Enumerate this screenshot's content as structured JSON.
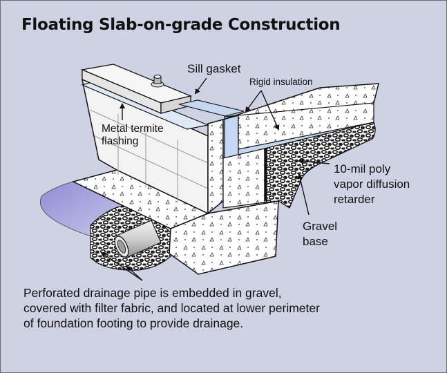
{
  "diagram": {
    "title": "Floating Slab-on-grade Construction",
    "labels": {
      "sill_gasket": "Sill gasket",
      "rigid_insulation": "Rigid insulation",
      "termite_flashing_line1": "Metal termite",
      "termite_flashing_line2": "flashing",
      "vapor_line1": "10-mil poly",
      "vapor_line2": "vapor diffusion",
      "vapor_line3": "retarder",
      "gravel_line1": "Gravel",
      "gravel_line2": "base"
    },
    "caption": "Perforated drainage pipe is embedded in gravel, covered with filter fabric, and located at lower perimeter of foundation footing to provide drainage.",
    "colors": {
      "background": "#cfd2e3",
      "concrete": "#ffffff",
      "insulation": "#c5d8f1",
      "fabric": "#a9a6dd",
      "outline": "#1a1a1a"
    }
  }
}
